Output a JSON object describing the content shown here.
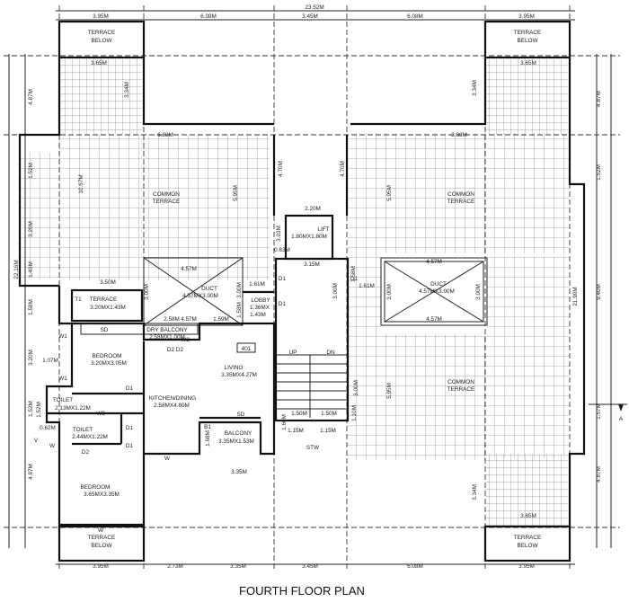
{
  "title": "FOURTH FLOOR PLAN",
  "unit_label": "401",
  "overall_width": "23.52M",
  "top_dims": [
    "3.95M",
    "6.08M",
    "3.45M",
    "6.08M",
    "3.95M"
  ],
  "bottom_dims": [
    "3.95M",
    "2.73M",
    "3.35M",
    "3.45M",
    "6.08M",
    "3.95M"
  ],
  "left_dims": [
    "4.87M",
    "1.52M",
    "3.20M",
    "1.43M",
    "1.58M",
    "3.20M",
    "1.52M",
    "4.87M"
  ],
  "left_total": "22.16M",
  "right_dims": [
    "4.87M",
    "1.52M",
    "9.40M",
    "1.57M",
    "4.87M"
  ],
  "right_total": "21.90M",
  "section_marker": "A",
  "rooms": [
    {
      "label": "TERRACE",
      "sub": "BELOW"
    },
    {
      "label": "TERRACE",
      "sub": "BELOW"
    },
    {
      "label": "TERRACE",
      "sub": "BELOW"
    },
    {
      "label": "TERRACE",
      "sub": "BELOW"
    },
    {
      "label": "COMMON",
      "sub": "TERRACE"
    },
    {
      "label": "COMMON",
      "sub": "TERRACE"
    },
    {
      "label": "COMMON",
      "sub": "TERRACE"
    },
    {
      "label": "LIFT",
      "sub": "1.80MX1.80M"
    },
    {
      "label": "DUCT",
      "sub": "4.57MX3.00M"
    },
    {
      "label": "DUCT",
      "sub": "4.57MX3.00M"
    },
    {
      "label": "TERRACE",
      "sub": "3.20MX1.43M"
    },
    {
      "label": "LOBBY",
      "sub": "1.36MX",
      "sub2": "1.43M"
    },
    {
      "label": "DRY BALCONY",
      "sub": "2.58MX1.00M"
    },
    {
      "label": "BEDROOM",
      "sub": "3.20MX3.05M"
    },
    {
      "label": "LIVING",
      "sub": "3.35MX4.27M"
    },
    {
      "label": "KITCHEN/DINING",
      "sub": "2.58MX4.80M"
    },
    {
      "label": "TOILET",
      "sub": "2.13MX1.22M"
    },
    {
      "label": "TOILET",
      "sub": "2.44MX1.22M"
    },
    {
      "label": "BALCONY",
      "sub": "3.35MX1.53M"
    },
    {
      "label": "BEDROOM",
      "sub": "3.65MX3.35M"
    }
  ],
  "inner_dims": [
    "3.65M",
    "3.34M",
    "6.88M",
    "10.67M",
    "5.95M",
    "4.70M",
    "4.70M",
    "5.95M",
    "3.88M",
    "3.34M",
    "3.65M",
    "2.20M",
    "4.57M",
    "3.00M",
    "4.57M",
    "3.00M",
    "3.00M",
    "3.15M",
    "1.61M",
    "1.61M",
    "1.58M",
    "1.07M",
    "2.58M",
    "1.59M",
    "1.50M",
    "1.50M",
    "1.15M",
    "1.15M",
    "1.60M",
    "3.35M",
    "3.65M",
    "3.34M",
    "1.52M",
    "0.62M",
    "1.68M",
    "1.10M",
    "5.95M",
    "3.00M",
    "0.63M",
    "3.03M",
    "3.00M",
    "3.50M",
    "4.57M",
    "4.57M",
    "3.00M",
    "1.58M"
  ],
  "tags": [
    "D1",
    "D1",
    "D1",
    "D1",
    "D1",
    "D1",
    "D2",
    "D2",
    "W1",
    "W1",
    "W",
    "W",
    "W",
    "V",
    "SD",
    "SD",
    "UP",
    "DN",
    "STW",
    "T1",
    "B1",
    "W2",
    "D2",
    "W2"
  ],
  "colors": {
    "line": "#111111",
    "grid": "#555555",
    "paper": "#ffffff"
  }
}
